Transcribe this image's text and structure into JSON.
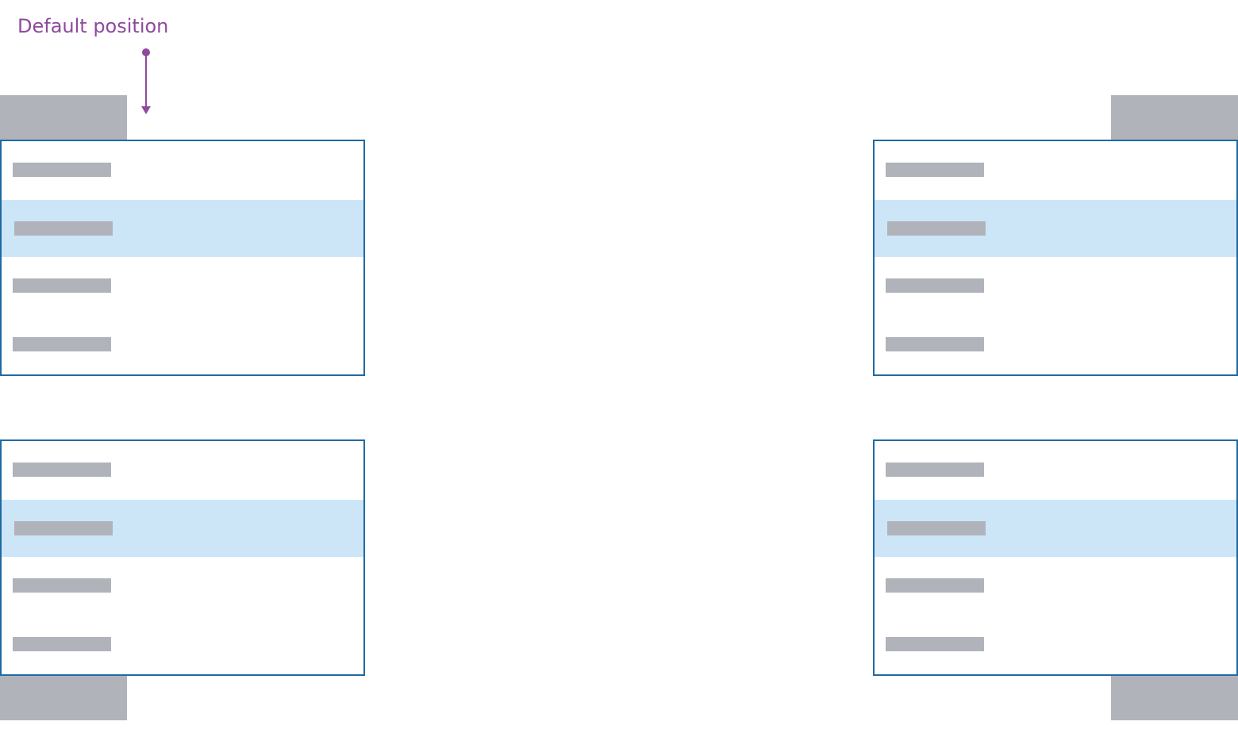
{
  "annotation": {
    "label": "Default position",
    "color": "#8e4a9e"
  },
  "colors": {
    "border": "#1f6aa3",
    "selected_row": "#cce6f8",
    "placeholder": "#b1b3bb"
  },
  "menus": [
    {
      "anchor": "top-left",
      "rows": 4,
      "selected_index": 1
    },
    {
      "anchor": "top-right",
      "rows": 4,
      "selected_index": 1
    },
    {
      "anchor": "bottom-left",
      "rows": 4,
      "selected_index": 1
    },
    {
      "anchor": "bottom-right",
      "rows": 4,
      "selected_index": 1
    }
  ]
}
